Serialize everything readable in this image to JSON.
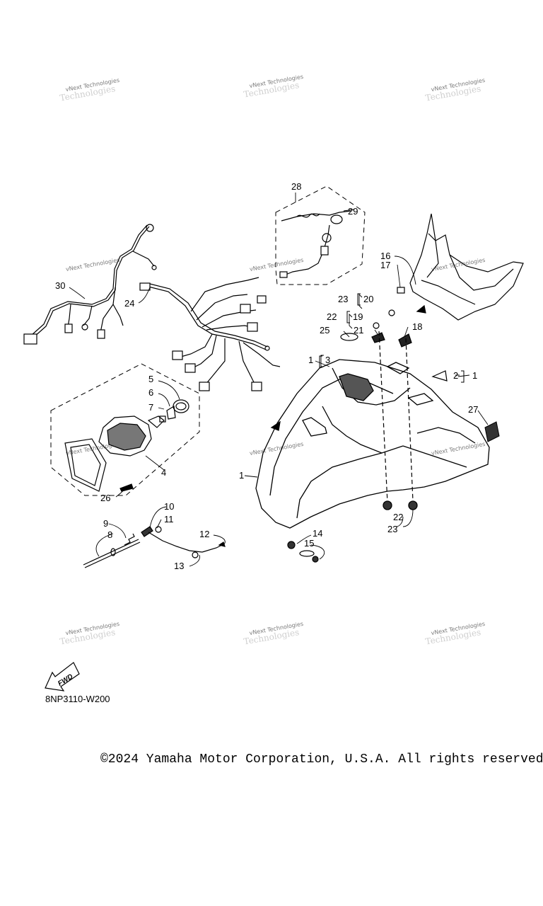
{
  "watermark": "vNext Technologies",
  "diagram_code": "8NP3110-W200",
  "copyright": "©2024 Yamaha Motor Corporation, U.S.A. All rights reserved.",
  "fwd_label": "FWD",
  "callouts": {
    "n1a": "1",
    "n3": "3",
    "n2": "2",
    "n1b": "1",
    "n1c": "1",
    "n4": "4",
    "n5": "5",
    "n6": "6",
    "n7": "7",
    "n8": "8",
    "n9": "9",
    "n10": "10",
    "n11": "11",
    "n12": "12",
    "n13": "13",
    "n14": "14",
    "n15": "15",
    "n16": "16",
    "n17": "17",
    "n18": "18",
    "n19": "19",
    "n20": "20",
    "n21": "21",
    "n22a": "22",
    "n22b": "22",
    "n23a": "23",
    "n23b": "23",
    "n24": "24",
    "n25": "25",
    "n26": "26",
    "n27": "27",
    "n28": "28",
    "n29": "29",
    "n30": "30"
  }
}
